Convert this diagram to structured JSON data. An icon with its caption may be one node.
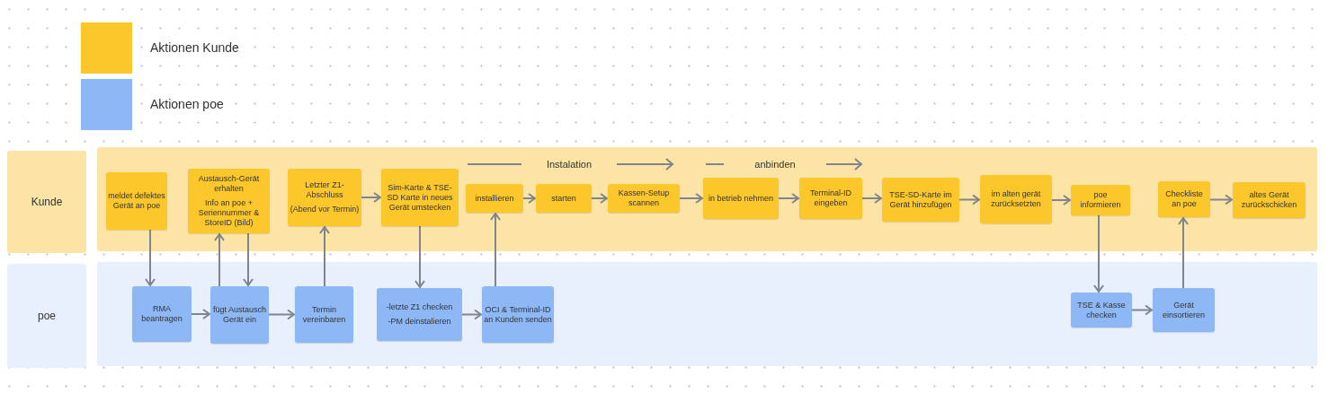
{
  "diagram": {
    "nodes": [
      {
        "text": [
          "Kunde"
        ]
      },
      {
        "text": [],
        "shape": "band"
      },
      {
        "text": [
          "poe"
        ]
      },
      {
        "text": [],
        "shape": "band"
      },
      {
        "text": [
          "meldet defektes Gerät an poe"
        ],
        "in": 1
      },
      {
        "text": [
          "Austausch-Gerät erhalten",
          "Info an poe + Seriennummer & StoreID (Bild)"
        ],
        "in": 1
      },
      {
        "text": [
          "Letzter Z1-Abschluss",
          "(Abend vor Termin)"
        ],
        "in": 1
      },
      {
        "text": [
          "Sim-Karte & TSE-SD Karte in neues Gerät umstecken"
        ],
        "in": 1
      },
      {
        "text": [
          "installieren"
        ],
        "in": 1
      },
      {
        "text": [
          "starten"
        ],
        "in": 1
      },
      {
        "text": [
          "Kassen-Setup scannen"
        ],
        "in": 1
      },
      {
        "text": [
          "in betrieb nehmen"
        ],
        "in": 1
      },
      {
        "text": [
          "Terminal-ID eingeben"
        ],
        "in": 1
      },
      {
        "text": [
          "TSE-SD-Karte im Gerät hinzufügen"
        ],
        "in": 1
      },
      {
        "text": [
          "im alten gerät zurücksetzten"
        ],
        "in": 1
      },
      {
        "text": [
          "poe informieren"
        ],
        "in": 1
      },
      {
        "text": [
          "Checkliste an poe"
        ],
        "in": 1
      },
      {
        "text": [
          "altes Gerät zurückschicken"
        ],
        "in": 1
      },
      {
        "text": [
          "RMA beantragen"
        ],
        "in": 3
      },
      {
        "text": [
          "fügt Austausch Gerät ein"
        ],
        "in": 3
      },
      {
        "text": [
          "Termin vereinbaren"
        ],
        "in": 3
      },
      {
        "text": [
          "-letzte Z1 checken",
          "-PM deinstalieren"
        ],
        "in": 3
      },
      {
        "text": [
          "OCI & Terminal-ID an Kunden senden"
        ],
        "in": 3
      },
      {
        "text": [
          "TSE & Kasse checken"
        ],
        "in": 3
      },
      {
        "text": [
          "Gerät einsortieren"
        ],
        "in": 3
      }
    ],
    "edges": [
      {
        "from": 4,
        "to": 18,
        "arrow": "to"
      },
      {
        "from": 18,
        "to": 19,
        "arrow": "to"
      },
      {
        "from": 19,
        "to": 5,
        "arrow": "to"
      },
      {
        "from": 5,
        "to": 19,
        "arrow": "to"
      },
      {
        "from": 19,
        "to": 20,
        "arrow": "to"
      },
      {
        "from": 20,
        "to": 6,
        "arrow": "to"
      },
      {
        "from": 6,
        "to": 7,
        "arrow": "to"
      },
      {
        "from": 7,
        "to": 21,
        "arrow": "to"
      },
      {
        "from": 21,
        "to": 22,
        "arrow": "to"
      },
      {
        "from": 22,
        "to": 8,
        "arrow": "to"
      },
      {
        "from": 8,
        "to": 9,
        "arrow": "to"
      },
      {
        "from": 9,
        "to": 10,
        "arrow": "to"
      },
      {
        "from": 10,
        "to": 11,
        "arrow": "to"
      },
      {
        "from": 11,
        "to": 12,
        "arrow": "to"
      },
      {
        "from": 12,
        "to": 13,
        "arrow": "to"
      },
      {
        "from": 13,
        "to": 14,
        "arrow": "to"
      },
      {
        "from": 14,
        "to": 15,
        "arrow": "to"
      },
      {
        "from": 15,
        "to": 23,
        "arrow": "to"
      },
      {
        "from": 23,
        "to": 24,
        "arrow": "to"
      },
      {
        "from": 24,
        "to": 16,
        "arrow": "to"
      },
      {
        "from": 16,
        "to": 17,
        "arrow": "to"
      }
    ],
    "labels": [
      "Instalation",
      "anbinden"
    ],
    "legend": [
      {
        "text": "Aktionen Kunde",
        "color": "#fcc72b"
      },
      {
        "text": "Aktionen poe",
        "color": "#8db8f5"
      }
    ]
  }
}
